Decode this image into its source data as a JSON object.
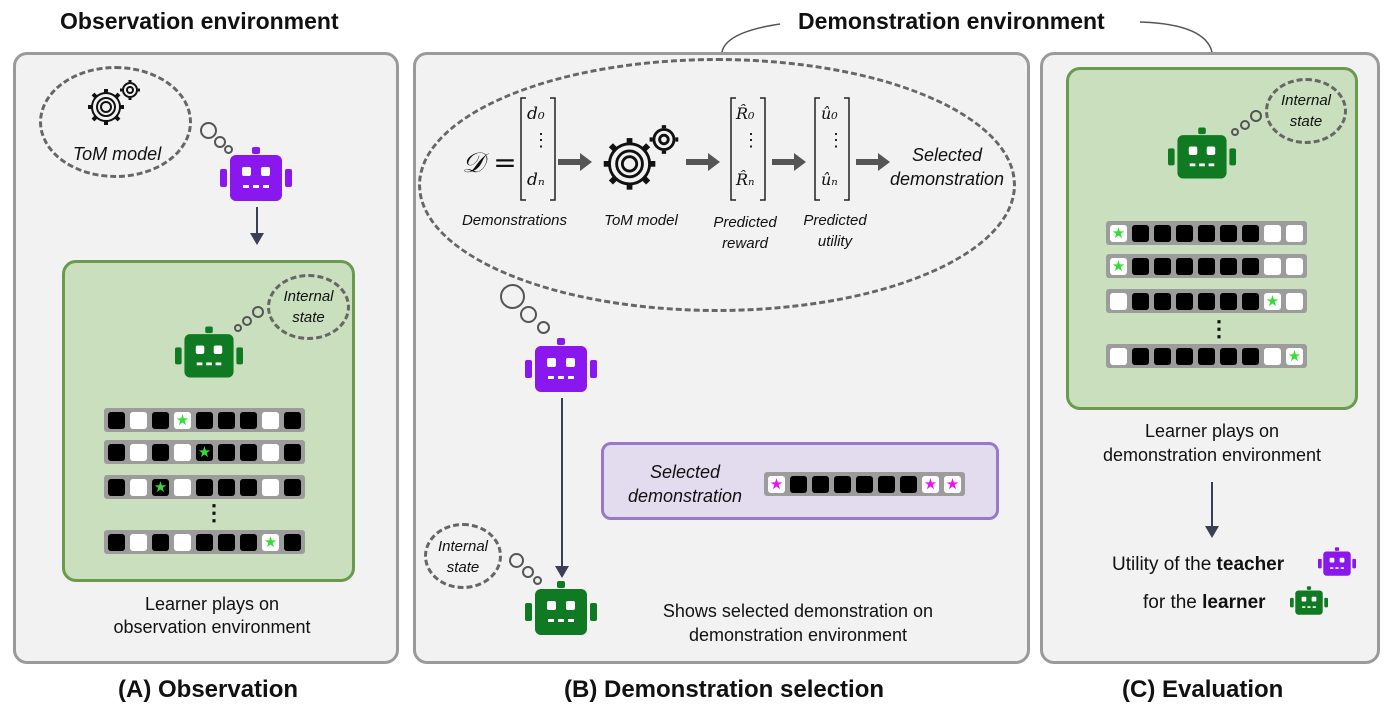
{
  "titles": {
    "observation_env": "Observation environment",
    "demonstration_env": "Demonstration environment"
  },
  "captions": {
    "a": "(A) Observation",
    "b": "(B) Demonstration selection",
    "c": "(C) Evaluation"
  },
  "panel_a": {
    "tom_model": "ToM model",
    "internal_state_1": "Internal",
    "internal_state_2": "state",
    "learner_text_1": "Learner plays on",
    "learner_text_2": "observation environment",
    "ellipsis": "⋮"
  },
  "panel_b": {
    "D": "𝒟 =",
    "d0": "d₀",
    "dn": "dₙ",
    "R0": "R̂₀",
    "Rn": "R̂ₙ",
    "u0": "û₀",
    "un": "ûₙ",
    "vdots": "⋮",
    "selected_demo_1": "Selected",
    "selected_demo_2": "demonstration",
    "demonstrations_label": "Demonstrations",
    "tom_model_label": "ToM model",
    "predicted_reward_1": "Predicted",
    "predicted_reward_2": "reward",
    "predicted_utility_1": "Predicted",
    "predicted_utility_2": "utility",
    "box_selected_1": "Selected",
    "box_selected_2": "demonstration",
    "internal_state_1": "Internal",
    "internal_state_2": "state",
    "shows_text_1": "Shows selected demonstration on",
    "shows_text_2": "demonstration environment"
  },
  "panel_c": {
    "internal_state_1": "Internal",
    "internal_state_2": "state",
    "ellipsis": "⋮",
    "learner_text_1": "Learner plays on",
    "learner_text_2": "demonstration environment",
    "utility_prefix": "Utility of the ",
    "utility_bold": "teacher",
    "for_prefix": "for the ",
    "for_bold": "learner"
  },
  "colors": {
    "purple_robot": "#8a17ee",
    "green_robot": "#107a22",
    "star_green": "#33dd33",
    "star_magenta": "#ee11ee"
  },
  "grids": {
    "panel_a": [
      [
        "b",
        "w",
        "b",
        "wsg",
        "b",
        "b",
        "b",
        "w",
        "b"
      ],
      [
        "b",
        "w",
        "b",
        "w",
        "bsg",
        "b",
        "b",
        "w",
        "b"
      ],
      [
        "b",
        "w",
        "bsg",
        "w",
        "b",
        "b",
        "b",
        "w",
        "b"
      ],
      [
        "b",
        "w",
        "b",
        "w",
        "b",
        "b",
        "b",
        "wsg",
        "b"
      ]
    ],
    "panel_b_selected": [
      "wsm",
      "b",
      "b",
      "b",
      "b",
      "b",
      "b",
      "wsm",
      "wsm"
    ],
    "panel_c": [
      [
        "wsg",
        "b",
        "b",
        "b",
        "b",
        "b",
        "b",
        "w",
        "w"
      ],
      [
        "wsg",
        "b",
        "b",
        "b",
        "b",
        "b",
        "b",
        "w",
        "w"
      ],
      [
        "w",
        "b",
        "b",
        "b",
        "b",
        "b",
        "b",
        "wsg",
        "w"
      ],
      [
        "w",
        "b",
        "b",
        "b",
        "b",
        "b",
        "b",
        "w",
        "wsg"
      ]
    ]
  }
}
